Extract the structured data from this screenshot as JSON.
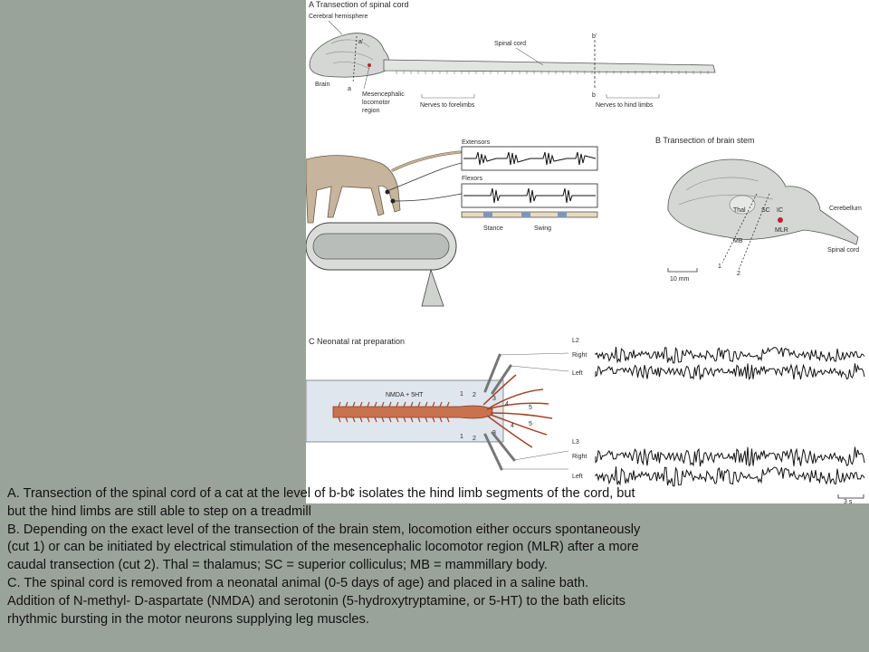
{
  "panelA": {
    "title": "A  Transection of spinal cord",
    "cerebral": "Cerebral hemisphere",
    "brain": "Brain",
    "spinal_cord": "Spinal cord",
    "mlr1": "Mesencephalic",
    "mlr2": "locomotor",
    "mlr3": "region",
    "nerves_fore": "Nerves to forelimbs",
    "nerves_hind": "Nerves to hind limbs",
    "a": "a",
    "a_prime": "a'",
    "b": "b",
    "b_prime": "b'"
  },
  "cat": {
    "extensors": "Extensors",
    "flexors": "Flexors",
    "stance": "Stance",
    "swing": "Swing"
  },
  "panelB": {
    "title": "B  Transection of brain stem",
    "thal": "Thal",
    "sc": "SC",
    "ic": "IC",
    "cerebellum": "Cerebellum",
    "mlr": "MLR",
    "mb": "MB",
    "spinal_cord": "Spinal cord",
    "cut1": "1",
    "cut2": "2",
    "scale": "10 mm"
  },
  "panelC": {
    "title": "C  Neonatal rat preparation",
    "drug": "NMDA + 5HT",
    "l2": "L2",
    "l3": "L3",
    "right": "Right",
    "left": "Left",
    "n1": "1",
    "n2": "2",
    "n3": "3",
    "n4": "4",
    "n5": "5",
    "scale": "3 s"
  },
  "caption": {
    "l1": "A. Transection of the spinal cord of a cat at the level of b-b¢ isolates the hind limb segments of the cord, but",
    "l2": "but the hind limbs are still able to step on a treadmill",
    "l3": "B. Depending on the exact level of the transection of the brain stem, locomotion either occurs spontaneously",
    "l4": " (cut 1) or can be initiated by electrical stimulation of the mesencephalic locomotor region (MLR) after a more",
    "l5": " caudal transection (cut 2). Thal = thalamus; SC = superior colliculus; MB = mammillary body.",
    "l6": "C. The spinal cord is removed from a neonatal animal (0-5 days of age) and placed in a saline bath.",
    "l7": " Addition of N-methyl- D-aspartate (NMDA) and serotonin (5-hydroxytryptamine, or 5-HT) to the bath elicits",
    "l8": " rhythmic bursting in the motor neurons supplying leg muscles."
  },
  "colors": {
    "background": "#9aa39a",
    "figure": "#ffffff",
    "brain_fill": "#d4d7d4",
    "nerve": "#a5452a",
    "mlr_dot": "#c0202a"
  }
}
